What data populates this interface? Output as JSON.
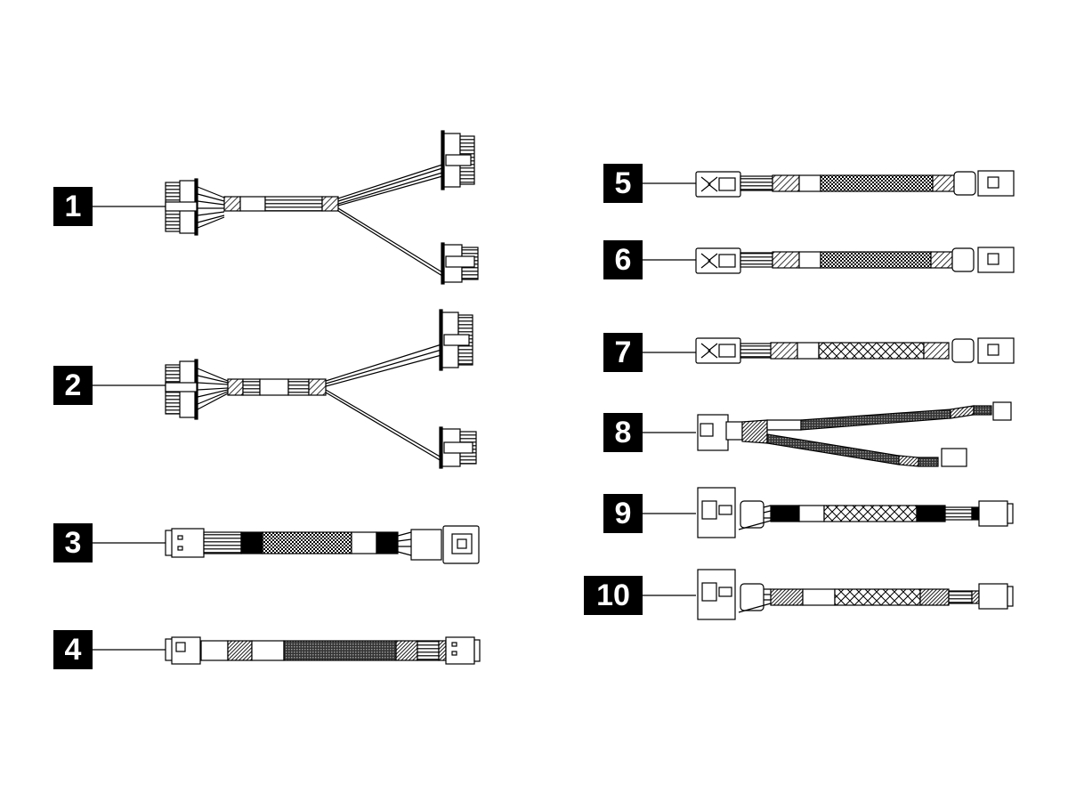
{
  "diagram": {
    "title": "",
    "callouts": [
      {
        "id": "1",
        "label": "1"
      },
      {
        "id": "2",
        "label": "2"
      },
      {
        "id": "3",
        "label": "3"
      },
      {
        "id": "4",
        "label": "4"
      },
      {
        "id": "5",
        "label": "5"
      },
      {
        "id": "6",
        "label": "6"
      },
      {
        "id": "7",
        "label": "7"
      },
      {
        "id": "8",
        "label": "8"
      },
      {
        "id": "9",
        "label": "9"
      },
      {
        "id": "10",
        "label": "10"
      }
    ]
  },
  "colors": {
    "ink": "#000000",
    "paper": "#ffffff"
  }
}
